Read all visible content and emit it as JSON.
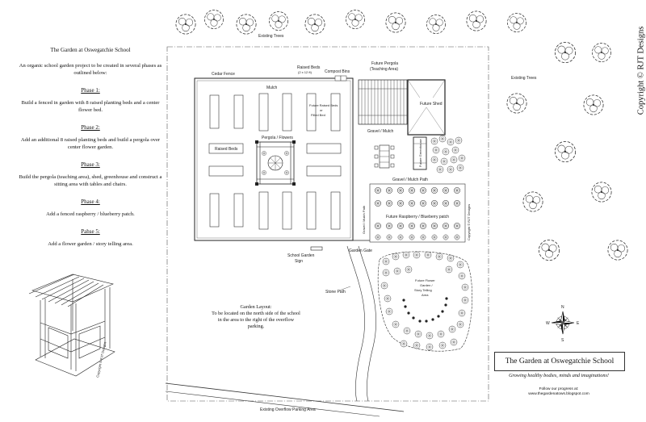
{
  "sidebar": {
    "title": "The Garden at Oswegatchie School",
    "intro": "An organic school garden project to be created in several phases as outlined below:",
    "phases": [
      {
        "name": "Phase 1:",
        "text": "Build a fenced in garden with 8 raised planting beds and a center flower bed."
      },
      {
        "name": "Phase 2:",
        "text": "Add an additional 8 raised planting beds and build a pergola over center flower garden."
      },
      {
        "name": "Phase 3:",
        "text": "Build the pergola (teaching area), shed, greenhouse and construct a sitting area with tables and chairs."
      },
      {
        "name": "Phase 4:",
        "text": "Add a fenced raspberry / blueberry patch."
      },
      {
        "name": "Pahse 5:",
        "text": "Add a flower garden / story telling area."
      }
    ],
    "sketch_credit": "Copyright © RJT Designs"
  },
  "labels": {
    "existing_trees_top": "Existing Trees",
    "existing_trees_right": "Existing Trees",
    "cedar_fence": "Cedar Fence",
    "mulch": "Mulch",
    "raised_beds_top": "Raised Beds",
    "raised_beds_size": "(2 x 12 ft)",
    "compost_bins": "Compost Bins",
    "future_pergola": "Future Pergola",
    "teaching_area": "(Teaching Area)",
    "future_shed": "Future Shed",
    "future_raised_1": "Future Raised Beds",
    "future_raised_2": "or",
    "future_raised_3": "Filled Bed",
    "gravel_mulch_1": "Gravel / Mulch",
    "pergola_flowers": "Pergola / Flowers",
    "raised_beds_left": "Raised Beds",
    "future_greenhouse": "Future Greenhouse",
    "gravel_mulch_path": "Gravel / Mulch Path",
    "gravel_mulch_path_v": "Gravel / Mulch Path",
    "future_raspberry": "Future Raspberry / Blueberry patch",
    "rjt_vertical": "Copyright © RJT Designs",
    "school_garden_sign_1": "School Garden",
    "school_garden_sign_2": "Sign",
    "garden_gate": "Garden Gate",
    "stone_path": "Stone Path",
    "future_flower_1": "Future Flower",
    "future_flower_2": "Garden /",
    "future_flower_3": "Story Telling",
    "future_flower_4": "Area",
    "overflow_parking": "Existing Overflow Parking Area",
    "compass_n": "N",
    "compass_s": "S",
    "compass_e": "E",
    "compass_w": "W"
  },
  "garden_layout": {
    "heading": "Garden Layout:",
    "text": "To be located on the north side of the school in the area to the right of the overflow parking."
  },
  "title_box": {
    "title": "The Garden at Oswegatchie School",
    "tagline": "Growing healthy bodies, minds and imaginations!",
    "follow_1": "Follow our progress at:",
    "follow_2": "www.thegardenatows.blogspot.com"
  },
  "copyright": "Copyright © RJT Designs"
}
